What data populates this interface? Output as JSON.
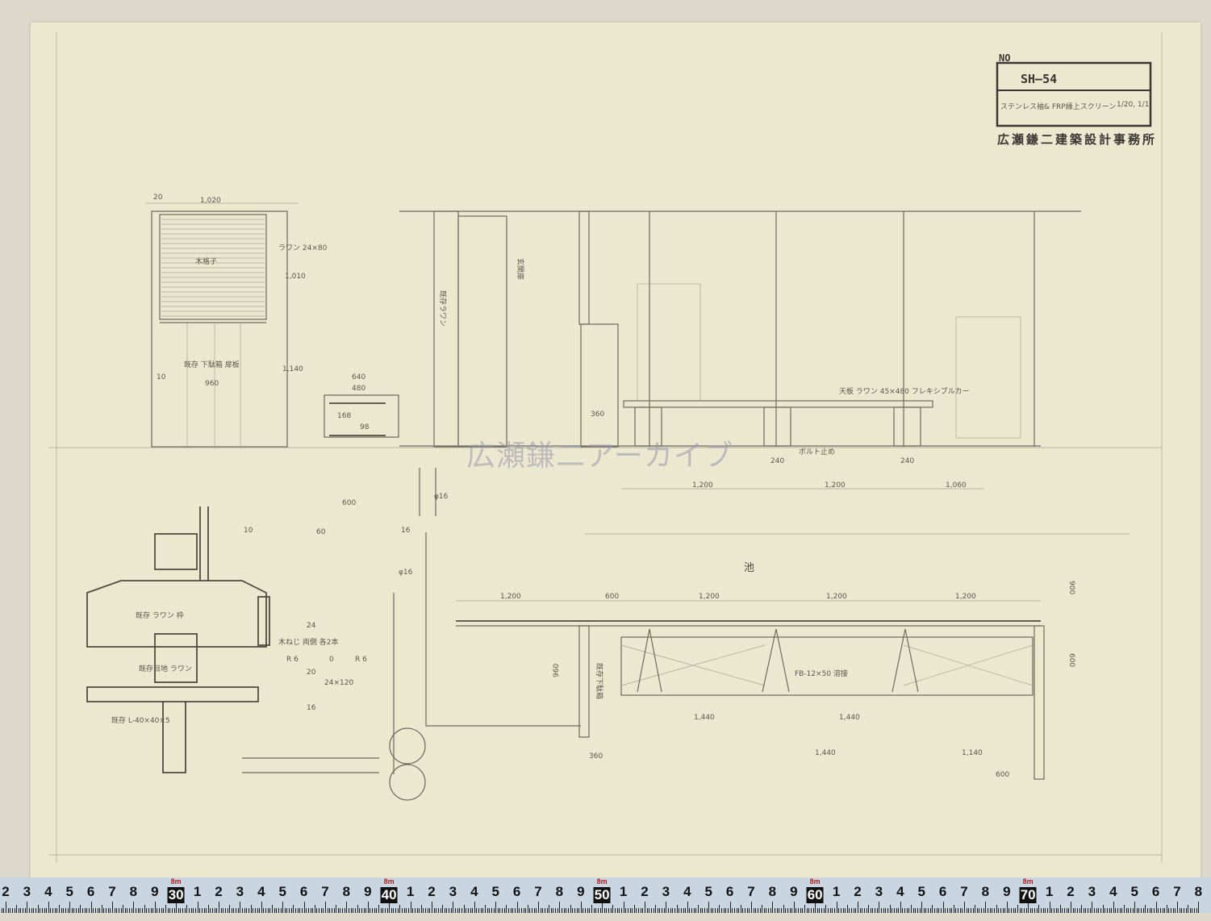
{
  "title_block": {
    "no_label": "NO",
    "drawing_number": "SH—54",
    "drawing_title": "ステンレス袖& FRP縁上スクリーン",
    "scale": "1/20, 1/1",
    "office_stamp": "広瀬鎌二建築設計事務所"
  },
  "watermark": "広瀬鎌二アーカイブ",
  "elevation_left": {
    "dim_top_small": "20",
    "dim_top": "1,020",
    "louver_note": "木格子",
    "louver_spec": "ラワン 24×80",
    "dim_1010": "1,010",
    "dim_1140": "1,140",
    "panel_note": "既存 下駄箱 扉板",
    "dim_960": "960",
    "dim_10": "10"
  },
  "small_section": {
    "dim_640": "640",
    "dim_480": "480",
    "dim_168": "168",
    "dim_98": "98",
    "dim_600": "600"
  },
  "elevation_main": {
    "note_left": "既存ラワン",
    "note_door": "玄関扉",
    "dim_360": "360",
    "bench_note": "天板 ラワン 45×480 フレキシブルカー",
    "footing_note": "ボルト止め",
    "dim_240a": "240",
    "dim_240b": "240",
    "dims_bottom": [
      "1,200",
      "1,200",
      "1,060"
    ]
  },
  "detail": {
    "dim_10": "10",
    "dim_60": "60",
    "dim_16a": "16",
    "phi16a": "φ16",
    "phi16b": "φ16",
    "label_frame": "既存 ラワン 枠",
    "label_screw": "木ねじ 両側 各2本",
    "label_r6a": "R 6",
    "label_0": "0",
    "label_r6b": "R 6",
    "label_sill": "既存目地 ラワン",
    "label_24x120": "24×120",
    "label_angle": "既存 L-40×40×5",
    "dim_24": "24",
    "dim_20": "20",
    "dim_16b": "16"
  },
  "plan": {
    "pond": "池",
    "dims_top": [
      "1,200",
      "600",
      "1,200",
      "1,200",
      "1,200"
    ],
    "dim_900": "900",
    "dim_600r": "600",
    "dim_960": "960",
    "cabinet_note": "既存下駄箱",
    "brace_note": "FB-12×50 溶接",
    "dims_mid": [
      "1,440",
      "1,440"
    ],
    "dim_1440": "1,440",
    "dim_1140": "1,140",
    "dim_360": "360",
    "dim_600b": "600"
  },
  "ruler": {
    "labels": [
      "2",
      "3",
      "4",
      "5",
      "6",
      "7",
      "8",
      "9",
      "30",
      "1",
      "2",
      "3",
      "4",
      "5",
      "6",
      "7",
      "8",
      "9",
      "40",
      "1",
      "2",
      "3",
      "4",
      "5",
      "6",
      "7",
      "8",
      "9",
      "50",
      "1",
      "2",
      "3",
      "4",
      "5",
      "6",
      "7",
      "8",
      "9",
      "60",
      "1",
      "2",
      "3",
      "4",
      "5",
      "6",
      "7",
      "8",
      "9",
      "70",
      "1",
      "2",
      "3",
      "4",
      "5",
      "6",
      "7",
      "8"
    ],
    "marker": "8m"
  }
}
